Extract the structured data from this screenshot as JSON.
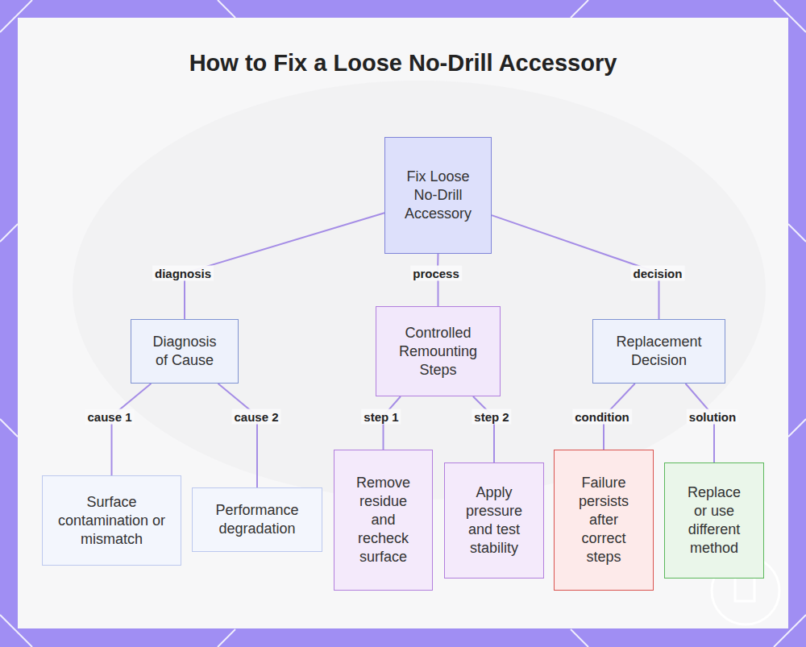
{
  "diagram": {
    "title": "How to Fix a Loose No-Drill Accessory",
    "nodes": [
      {
        "text": [
          "Fix Loose No-Drill Accessory"
        ]
      },
      {
        "text": [
          "Diagnosis of Cause"
        ]
      },
      {
        "text": [
          "Controlled Remounting Steps"
        ]
      },
      {
        "text": [
          "Replacement Decision"
        ]
      },
      {
        "text": [
          "Surface contamination or mismatch"
        ]
      },
      {
        "text": [
          "Performance degradation"
        ]
      },
      {
        "text": [
          "Remove residue and recheck surface"
        ]
      },
      {
        "text": [
          "Apply pressure and test stability"
        ]
      },
      {
        "text": [
          "Failure persists after correct steps"
        ]
      },
      {
        "text": [
          "Replace or use different method"
        ]
      }
    ],
    "edges": [
      {
        "from": 0,
        "to": 1,
        "label": "diagnosis",
        "arrow": "none"
      },
      {
        "from": 0,
        "to": 2,
        "label": "process",
        "arrow": "none"
      },
      {
        "from": 0,
        "to": 3,
        "label": "decision",
        "arrow": "none"
      },
      {
        "from": 1,
        "to": 4,
        "label": "cause 1",
        "arrow": "none"
      },
      {
        "from": 1,
        "to": 5,
        "label": "cause 2",
        "arrow": "none"
      },
      {
        "from": 2,
        "to": 6,
        "label": "step 1",
        "arrow": "none"
      },
      {
        "from": 2,
        "to": 7,
        "label": "step 2",
        "arrow": "none"
      },
      {
        "from": 3,
        "to": 8,
        "label": "condition",
        "arrow": "none"
      },
      {
        "from": 3,
        "to": 9,
        "label": "solution",
        "arrow": "none"
      }
    ]
  }
}
